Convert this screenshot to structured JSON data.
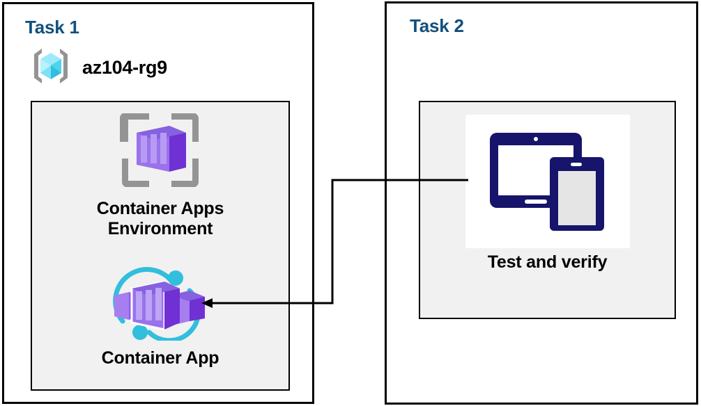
{
  "diagram": {
    "title_color": "#12507d",
    "panel_border_color": "#000000",
    "inner_fill": "#f1f1f1"
  },
  "task1": {
    "title": "Task 1",
    "resource_group": {
      "icon": "resource-group-icon",
      "label": "az104-rg9"
    },
    "nodes": [
      {
        "icon": "container-apps-environment-icon",
        "label": "Container Apps\nEnvironment"
      },
      {
        "icon": "container-app-icon",
        "label": "Container App"
      }
    ]
  },
  "task2": {
    "title": "Task 2",
    "nodes": [
      {
        "icon": "devices-tablet-phone-icon",
        "label": "Test and verify"
      }
    ]
  },
  "connector": {
    "name": "test-to-container-app-arrow",
    "from": "Test and verify",
    "to": "Container App",
    "direction": "left",
    "color": "#000000"
  },
  "colors": {
    "task_title_blue": "#12507d",
    "resource_group_cyan": "#46d7f7",
    "container_purple": "#8661e0",
    "container_purple_dark": "#6f31d4",
    "accent_cyan": "#32bedd",
    "device_navy": "#16146b",
    "bracket_gray": "#949494"
  }
}
